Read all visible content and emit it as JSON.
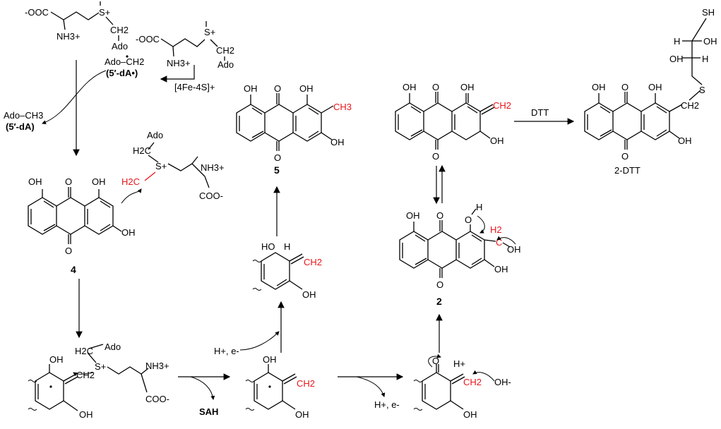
{
  "labels": {
    "sam_top_left": {
      "coo": "-OOC",
      "s_plus": "S+",
      "ch2": "CH2",
      "ado": "Ado",
      "nh3": "NH3+"
    },
    "sam_top_mid": {
      "coo": "-OOC",
      "s_plus": "S+",
      "ch2": "CH2",
      "ado": "Ado",
      "nh3": "NH3+"
    },
    "radical_5dA": {
      "line1": "Ado–CH2",
      "line2": "(5′-dA•)"
    },
    "cluster": "[4Fe-4S]+",
    "deoxy_5dA": {
      "line1": "Ado–CH3",
      "line2": "(5′-dA)"
    },
    "compound4": {
      "number": "4",
      "oh1": "OH",
      "o1": "O",
      "oh2": "OH",
      "o2": "O",
      "oh3": "OH",
      "ado": "Ado",
      "h2c": "H2C",
      "s_plus": "S+",
      "nh3": "NH3+",
      "coo": "COO-",
      "h2c_top": "H2C"
    },
    "compound5": {
      "number": "5",
      "oh1": "OH",
      "o1": "O",
      "oh2": "OH",
      "ch3": "CH3",
      "oh3": "OH",
      "o2": "O"
    },
    "quinone_methide": {
      "oh1": "OH",
      "o1": "O",
      "oh2": "OH",
      "ch2": "CH2",
      "oh3": "OH",
      "o2": "O"
    },
    "dtt_reagent": "DTT",
    "compound2dtt": {
      "label_num": "2",
      "label_suffix": "-DTT",
      "sh": "SH",
      "h1": "H",
      "oh_a": "OH",
      "h2": "H",
      "oh_b": "OH",
      "s": "S",
      "ch2": "CH2",
      "oh1": "OH",
      "o1": "O",
      "oh2": "OH",
      "oh3": "OH",
      "o2": "O"
    },
    "compound2": {
      "number": "2",
      "oh1": "OH",
      "o1": "O",
      "oh_h": "H",
      "o_top": "O",
      "h2": "H2",
      "c": "C",
      "oh_side": "OH",
      "oh3": "OH",
      "o2": "O"
    },
    "mid_intermediate": {
      "ho": "HO",
      "h": "H",
      "ch2": "CH2",
      "oh": "OH"
    },
    "h_e_left": "H+, e-",
    "bottom_left": {
      "ado": "Ado",
      "h2c": "H2C",
      "s_plus": "S+",
      "nh3": "NH3+",
      "oh1": "OH",
      "ch2": "CH2",
      "oh2": "OH",
      "coo": "COO-"
    },
    "sah": "SAH",
    "bottom_mid": {
      "oh1": "OH",
      "ch2": "CH2",
      "oh2": "OH"
    },
    "h_e_right": "H+, e-",
    "bottom_right": {
      "o": "O",
      "h_plus": "H+",
      "ch2": "CH2",
      "oh_minus": "OH-",
      "oh": "OH"
    }
  },
  "colors": {
    "highlight": "#e8161b",
    "ink": "#000000"
  }
}
